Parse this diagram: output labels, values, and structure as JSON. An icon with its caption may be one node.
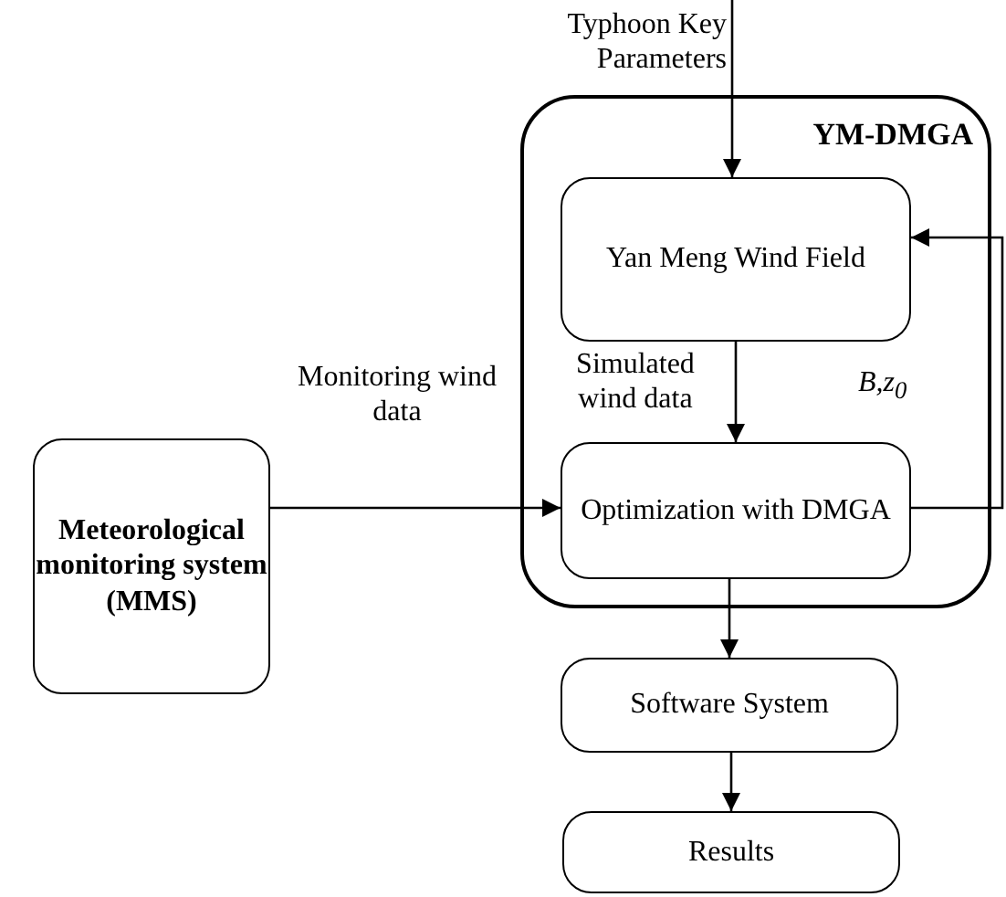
{
  "diagram": {
    "nodes": [
      {
        "text": [
          "Meteorological monitoring system (MMS)"
        ]
      },
      {
        "text": [
          "YM-DMGA"
        ]
      },
      {
        "text": [
          "Yan Meng Wind Field"
        ],
        "in": 1
      },
      {
        "text": [
          "Optimization with DMGA"
        ],
        "in": 1
      },
      {
        "text": [
          "Software System"
        ]
      },
      {
        "text": [
          "Results"
        ]
      }
    ],
    "edges": [
      {
        "from": null,
        "to": 2,
        "arrow": "to",
        "label": "Typhoon Key Parameters"
      },
      {
        "from": 2,
        "to": 3,
        "arrow": "to",
        "label": "Simulated wind data"
      },
      {
        "from": 0,
        "to": 3,
        "arrow": "to",
        "label": "Monitoring wind data"
      },
      {
        "from": 3,
        "to": 2,
        "arrow": "to",
        "label": "B,z$_{0}$"
      },
      {
        "from": 3,
        "to": 4,
        "arrow": "to"
      },
      {
        "from": 4,
        "to": 5,
        "arrow": "to"
      }
    ]
  }
}
